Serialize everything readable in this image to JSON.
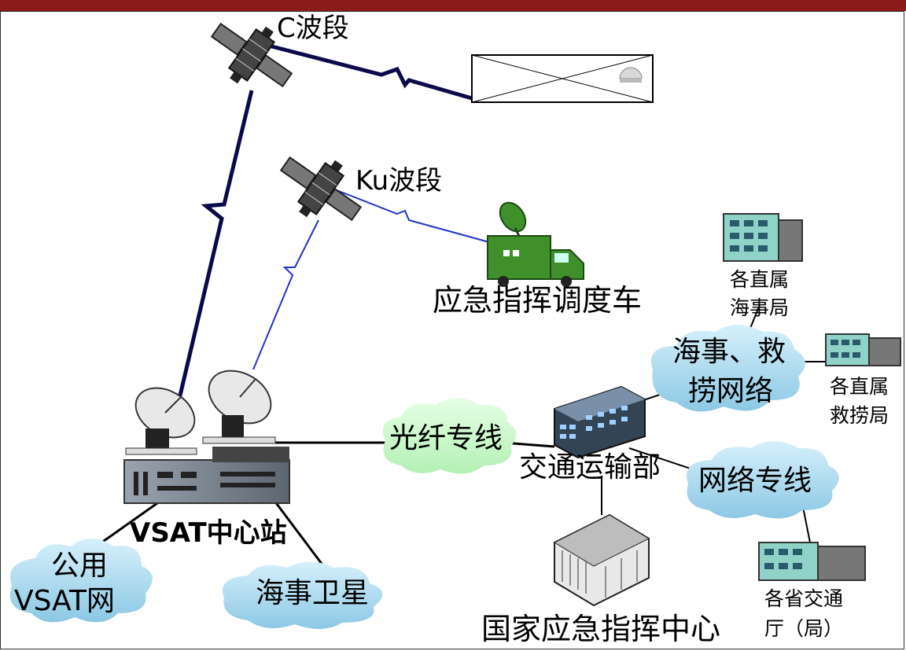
{
  "labels": {
    "c_band": "C波段",
    "ku_band": "Ku波段",
    "command_vehicle": "应急指挥调度车",
    "vsat_center": "VSAT中心站",
    "public_vsat_line1": "公用",
    "public_vsat_line2": "VSAT网",
    "maritime_satellite": "海事卫星",
    "fiber_line": "光纤专线",
    "ministry": "交通运输部",
    "national_center": "国家应急指挥中心",
    "maritime_rescue_line1": "海事、救",
    "maritime_rescue_line2": "捞网络",
    "network_line": "网络专线",
    "direct_maritime_line1": "各直属",
    "direct_maritime_line2": "海事局",
    "direct_rescue_line1": "各直属",
    "direct_rescue_line2": "救捞局",
    "provincial_line1": "各省交通",
    "provincial_line2": "厅（局）"
  },
  "colors": {
    "title_bar": "#8b1a1a",
    "cloud_blue": "#a9d8ee",
    "cloud_green": "#ccffcc",
    "vehicle_green": "#3f8f2a",
    "link_dark": "#0a0a4a",
    "link_blue": "#2233cc"
  },
  "icons": {
    "satellite": "satellite-icon",
    "dish": "satellite-dish-icon",
    "building": "office-building-icon",
    "truck": "command-truck-icon",
    "ship": "ship-icon"
  }
}
